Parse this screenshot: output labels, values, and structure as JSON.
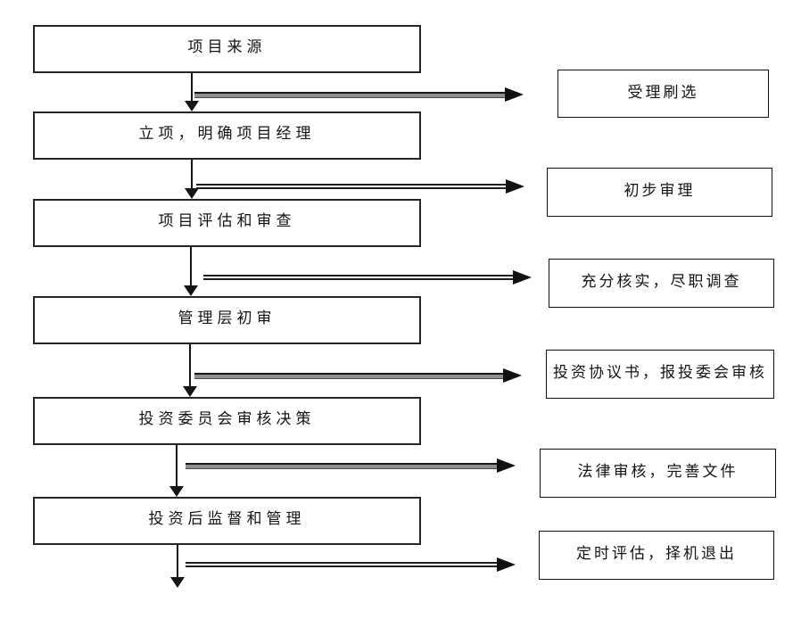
{
  "flowchart": {
    "colors": {
      "background": "#ffffff",
      "box_border": "#1f1f1f",
      "arrow": "#111111",
      "text": "#141414"
    },
    "main_flow": [
      {
        "label": "项目来源"
      },
      {
        "label": "立项，明确项目经理"
      },
      {
        "label": "项目评估和审查"
      },
      {
        "label": "管理层初审"
      },
      {
        "label": "投资委员会审核决策"
      },
      {
        "label": "投资后监督和管理"
      }
    ],
    "side_notes": [
      {
        "label": "受理刷选"
      },
      {
        "label": "初步审理"
      },
      {
        "label": "充分核实，尽职调查"
      },
      {
        "label": "投资协议书，报投委会审核"
      },
      {
        "label": "法律审核，完善文件"
      },
      {
        "label": "定时评估，择机退出"
      }
    ]
  }
}
